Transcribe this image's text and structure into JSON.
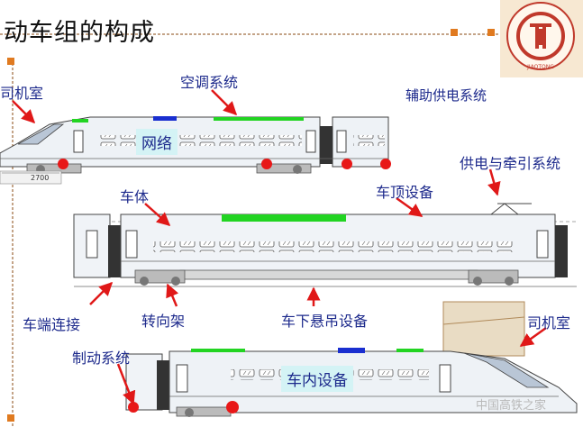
{
  "title": "动车组的构成",
  "labels": {
    "cab_top": "司机室",
    "aircon": "空调系统",
    "aux_power": "辅助供电系统",
    "network": "网络",
    "traction": "供电与牵引系统",
    "carbody": "车体",
    "roof_equipment": "车顶设备",
    "coupling": "车端连接",
    "bogie": "转向架",
    "underframe": "车下悬吊设备",
    "cab_bottom": "司机室",
    "brake": "制动系统",
    "interior": "车内设备"
  },
  "dimension_label": "2700",
  "logo_text": "JIAOTONG",
  "watermark": "中国高铁之家",
  "colors": {
    "label_text": "#1d2a8c",
    "arrow": "#e01818",
    "highlight_green": "#22d422",
    "highlight_blue": "#1a2fd0",
    "wheel_red": "#e81818",
    "box_fill": "#d4f3f5",
    "logo": "#c0392b"
  }
}
